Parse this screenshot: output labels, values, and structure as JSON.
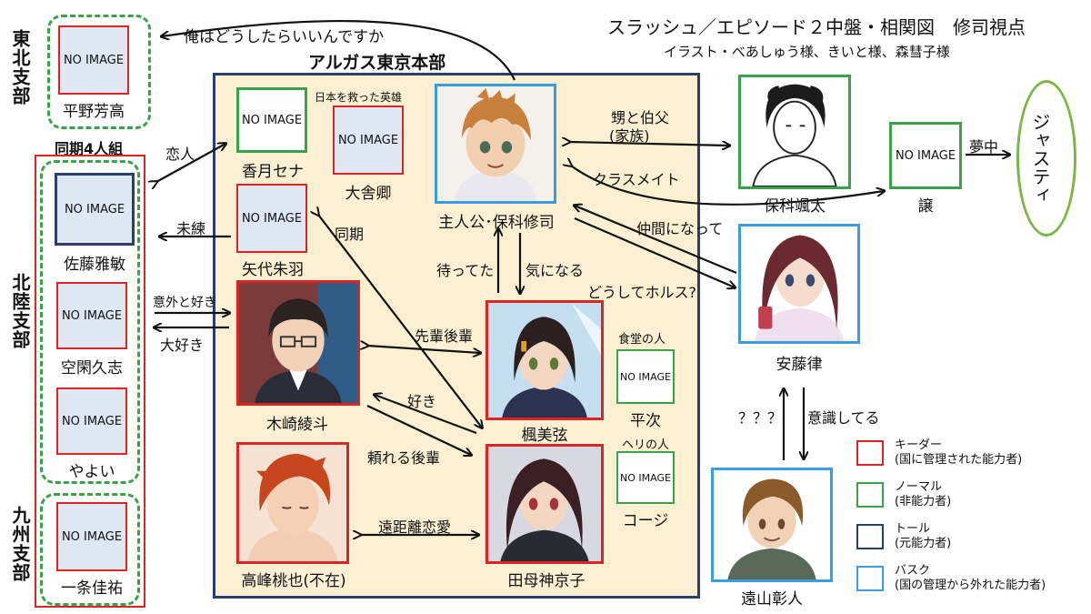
{
  "title": "スラッシュ／エピソード２中盤・相関図　修司視点",
  "credit": "イラスト・べあしゅう様、きいと様、森彗子様",
  "hq_title": "アルガス東京本部",
  "no_image": "NO IMAGE",
  "branches": {
    "tohoku": "東北支部",
    "hokuriku": "北陸支部",
    "kyushu": "九州支部",
    "doki_group": "同期4人組"
  },
  "characters": {
    "hirano": "平野芳高",
    "kozuki": "香月セナ",
    "ohtoneri": "大舎卿",
    "ohtoneri_tag": "日本を救った英雄",
    "shuji": "主人公･保科修司",
    "yashiro": "矢代朱羽",
    "sato": "佐藤雅敏",
    "kuga": "空閑久志",
    "yayoi": "やよい",
    "ichijo": "一条佳祐",
    "kizaki": "木崎綾斗",
    "kaede": "楓美弦",
    "heiji": "平次",
    "heiji_tag": "食堂の人",
    "koji": "コージ",
    "koji_tag": "ヘリの人",
    "takamine": "高峰桃也(不在)",
    "tamo": "田母神京子",
    "hoshina_sota": "保科颯太",
    "yuzuru": "譲",
    "justy": "ジャスティ",
    "ando": "安藤律",
    "toyama": "遠山彰人"
  },
  "relations": {
    "top_quote": "俺はどうしたらいいんですか",
    "lovers": "恋人",
    "lingering": "未練",
    "unexpected": "意外と好き",
    "loves": "大好き",
    "doki": "同期",
    "waiting": "待ってた",
    "curious": "気になる",
    "senpai_kohai": "先輩後輩",
    "likes": "好き",
    "reliable_kohai": "頼れる後輩",
    "long_distance": "遠距離恋愛",
    "nephew_uncle": "甥と伯父",
    "family": "(家族)",
    "classmate": "クラスメイト",
    "became_friend": "仲間になって",
    "why_horus": "どうしてホルス?",
    "crazy_about": "夢中",
    "question": "？？？",
    "conscious": "意識してる"
  },
  "legend": [
    {
      "label": "キーダー",
      "desc": "(国に管理された能力者)",
      "color": "#d92525"
    },
    {
      "label": "ノーマル",
      "desc": "(非能力者)",
      "color": "#3aa24a"
    },
    {
      "label": "トール",
      "desc": "(元能力者)",
      "color": "#2b3f6b"
    },
    {
      "label": "バスク",
      "desc": "(国の管理から外れた能力者)",
      "color": "#3a9de0"
    }
  ]
}
